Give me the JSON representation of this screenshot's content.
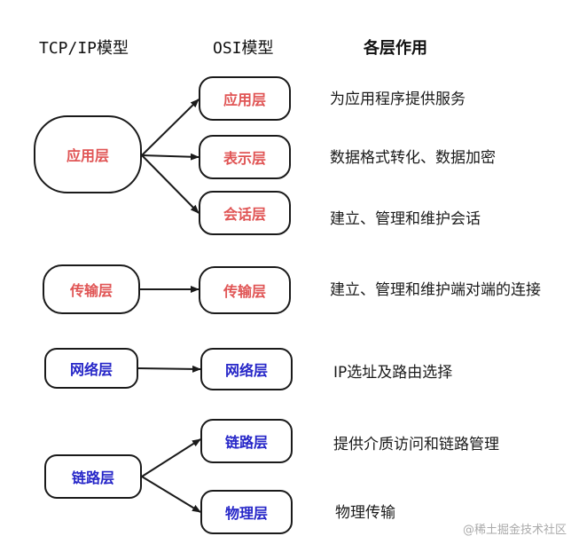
{
  "headers": {
    "tcpip": "TCP/IP模型",
    "osi": "OSI模型",
    "role": "各层作用"
  },
  "tcpip_layers": {
    "application": "应用层",
    "transport": "传输层",
    "network": "网络层",
    "link": "链路层"
  },
  "osi_layers": {
    "application": "应用层",
    "presentation": "表示层",
    "session": "会话层",
    "transport": "传输层",
    "network": "网络层",
    "datalink": "链路层",
    "physical": "物理层"
  },
  "roles": {
    "application": "为应用程序提供服务",
    "presentation": "数据格式转化、数据加密",
    "session": "建立、管理和维护会话",
    "transport": "建立、管理和维护端对端的连接",
    "network": "IP选址及路由选择",
    "datalink": "提供介质访问和链路管理",
    "physical": "物理传输"
  },
  "colors": {
    "upper_text": "#e05555",
    "lower_text": "#2626c8",
    "border": "#1a1a1a"
  },
  "watermark": "@稀土掘金技术社区"
}
